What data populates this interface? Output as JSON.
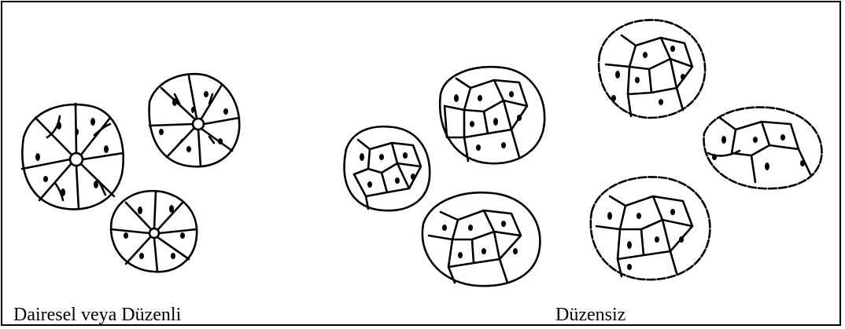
{
  "figure": {
    "captions": {
      "left": "Dairesel veya Düzenli",
      "right": "Düzensiz"
    },
    "groups": [
      {
        "caption_key": "left",
        "clusters": 3,
        "pattern": "radial"
      },
      {
        "caption_key": "right",
        "clusters": 6,
        "pattern": "irregular"
      }
    ],
    "colors": {
      "line": "#000000",
      "background": "#ffffff"
    }
  }
}
